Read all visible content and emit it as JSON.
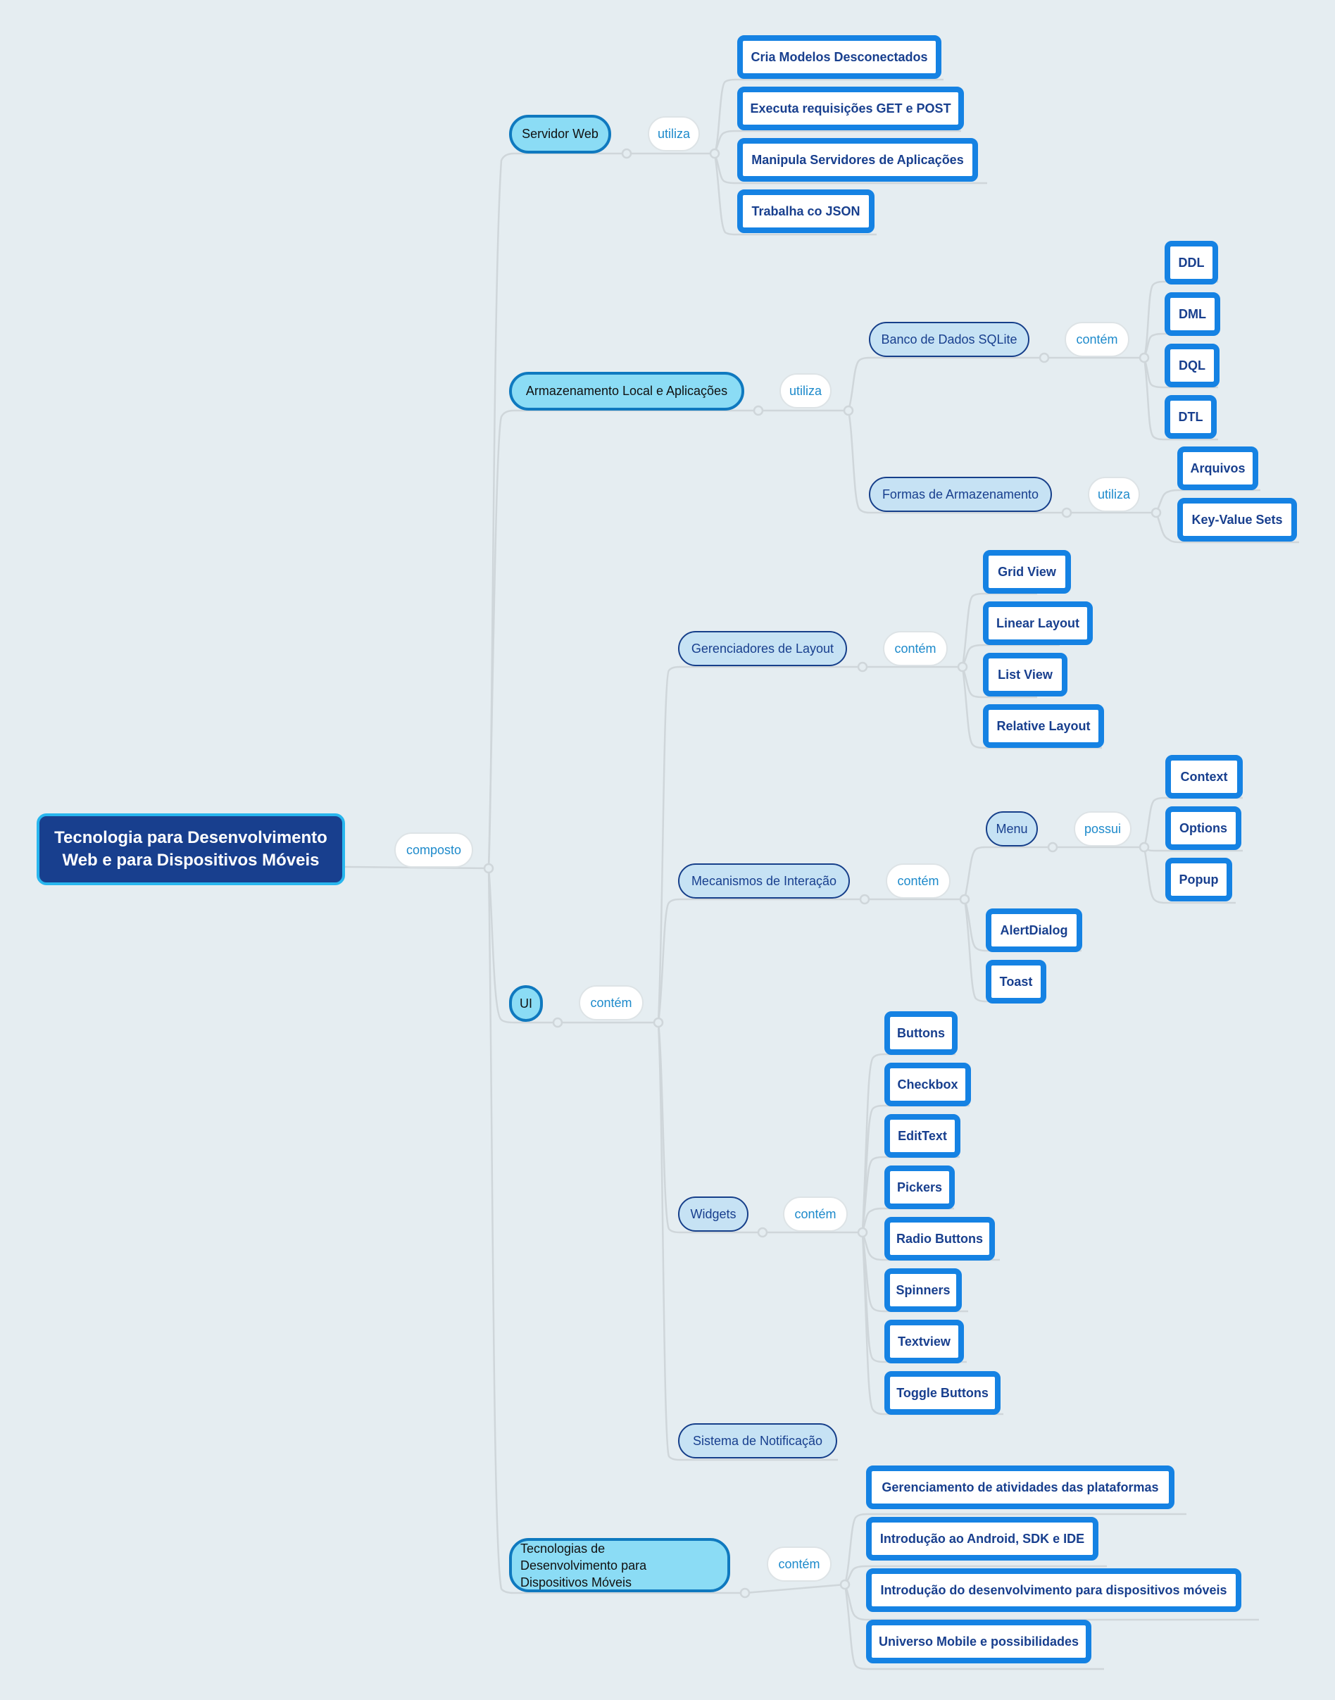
{
  "colors": {
    "background": "#e5edf1",
    "root_fill": "#183f8e",
    "root_border": "#28b6ee",
    "main_fill": "#8bdcf5",
    "main_border": "#0f79bf",
    "sub_fill": "#c6e2f4",
    "sub_border": "#163f8a",
    "leaf_fill": "#ffffff",
    "leaf_border": "#1582e3",
    "leaf_text": "#183f8e",
    "relation_text": "#1d8acb",
    "connector": "#cfd6da"
  },
  "root": {
    "label": "Tecnologia para Desenvolvimento Web e para Dispositivos Móveis",
    "relation": "composto"
  },
  "branches": [
    {
      "label": "Servidor Web",
      "relation": "utiliza",
      "children": [
        {
          "label": "Cria Modelos Desconectados"
        },
        {
          "label": "Executa requisições GET e POST"
        },
        {
          "label": "Manipula Servidores de Aplicações"
        },
        {
          "label": "Trabalha co JSON"
        }
      ]
    },
    {
      "label": "Armazenamento Local e Aplicações",
      "relation": "utiliza",
      "children": [
        {
          "label": "Banco de Dados SQLite",
          "relation": "contém",
          "children": [
            {
              "label": "DDL"
            },
            {
              "label": "DML"
            },
            {
              "label": "DQL"
            },
            {
              "label": "DTL"
            }
          ]
        },
        {
          "label": "Formas de Armazenamento",
          "relation": "utiliza",
          "children": [
            {
              "label": "Arquivos"
            },
            {
              "label": "Key-Value Sets"
            }
          ]
        }
      ]
    },
    {
      "label": "UI",
      "relation": "contém",
      "children": [
        {
          "label": "Gerenciadores de Layout",
          "relation": "contém",
          "children": [
            {
              "label": "Grid View"
            },
            {
              "label": "Linear Layout"
            },
            {
              "label": "List View"
            },
            {
              "label": "Relative Layout"
            }
          ]
        },
        {
          "label": "Mecanismos de Interação",
          "relation": "contém",
          "children": [
            {
              "label": "Menu",
              "relation": "possui",
              "children": [
                {
                  "label": "Context"
                },
                {
                  "label": "Options"
                },
                {
                  "label": "Popup"
                }
              ]
            },
            {
              "label": "AlertDialog"
            },
            {
              "label": "Toast"
            }
          ]
        },
        {
          "label": "Widgets",
          "relation": "contém",
          "children": [
            {
              "label": "Buttons"
            },
            {
              "label": "Checkbox"
            },
            {
              "label": "EditText"
            },
            {
              "label": "Pickers"
            },
            {
              "label": "Radio Buttons"
            },
            {
              "label": "Spinners"
            },
            {
              "label": "Textview"
            },
            {
              "label": "Toggle Buttons"
            }
          ]
        },
        {
          "label": "Sistema de Notificação"
        }
      ]
    },
    {
      "label": "Tecnologias de Desenvolvimento para Dispositivos Móveis",
      "relation": "contém",
      "children": [
        {
          "label": "Gerenciamento de atividades das plataformas"
        },
        {
          "label": "Introdução ao Android, SDK e IDE"
        },
        {
          "label": "Introdução do desenvolvimento para dispositivos móveis"
        },
        {
          "label": "Universo Mobile e possibilidades"
        }
      ]
    }
  ]
}
